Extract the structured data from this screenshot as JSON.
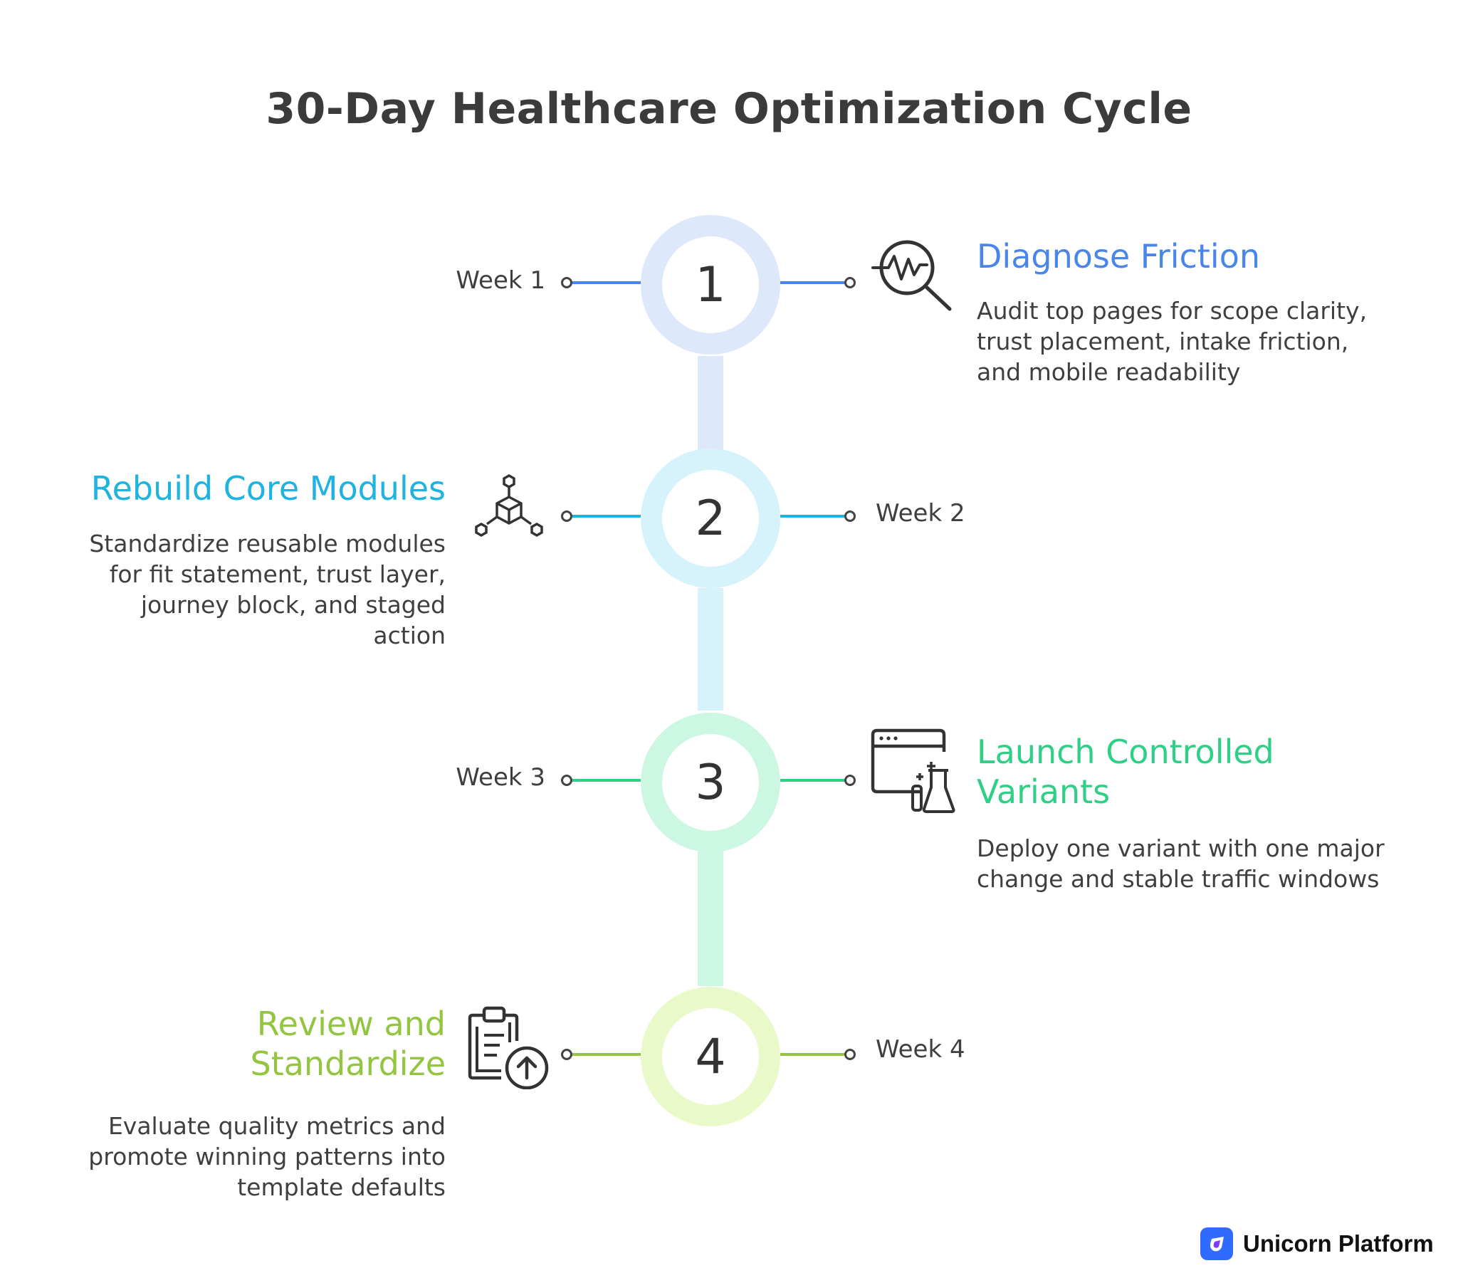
{
  "title": "30-Day Healthcare Optimization Cycle",
  "colors": {
    "step1": "#4a86e8",
    "step1_light": "#dde8fb",
    "step2": "#1fb3e0",
    "step2_light": "#d6f3fc",
    "step3": "#2fcf86",
    "step3_light": "#ccf7e3",
    "step4": "#93c541",
    "step4_light": "#eaf9c9",
    "text": "#3a3a3a"
  },
  "steps": [
    {
      "number": "1",
      "week": "Week 1",
      "heading": "Diagnose Friction",
      "description": "Audit top pages for scope clarity, trust placement, intake friction, and mobile readability",
      "icon": "magnifier-pulse-icon"
    },
    {
      "number": "2",
      "week": "Week 2",
      "heading": "Rebuild Core Modules",
      "description": "Standardize reusable modules for fit statement, trust layer, journey block, and staged action",
      "icon": "modules-network-icon"
    },
    {
      "number": "3",
      "week": "Week 3",
      "heading": "Launch Controlled Variants",
      "description": "Deploy one variant with one major change and stable traffic windows",
      "icon": "browser-lab-icon"
    },
    {
      "number": "4",
      "week": "Week 4",
      "heading": "Review and Standardize",
      "description": "Evaluate quality metrics and promote winning patterns into template defaults",
      "icon": "clipboard-upload-icon"
    }
  ],
  "brand": {
    "name": "Unicorn Platform",
    "icon": "unicorn-logo-icon"
  }
}
